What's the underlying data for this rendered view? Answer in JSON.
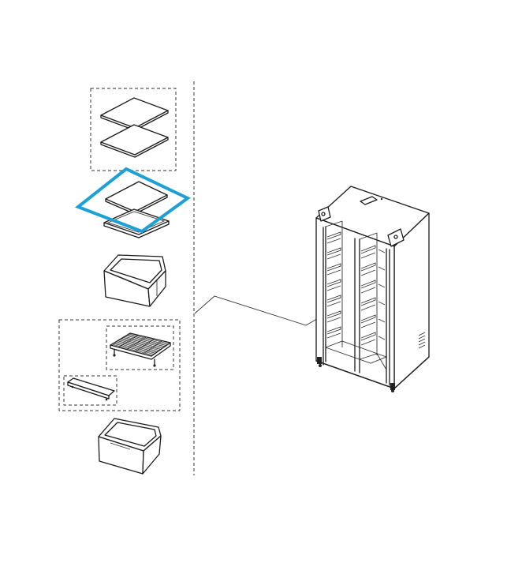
{
  "diagram": {
    "highlight_color": "#1ba1d6",
    "line_color": "#1a1a1a",
    "parts": [
      {
        "name": "shelf-glass-upper-pair",
        "highlighted": false
      },
      {
        "name": "shelf-glass-highlighted",
        "highlighted": true
      },
      {
        "name": "crisper-drawer-upper",
        "highlighted": false
      },
      {
        "name": "wire-rack",
        "highlighted": false
      },
      {
        "name": "drawer-trim-bar",
        "highlighted": false
      },
      {
        "name": "crisper-drawer-lower",
        "highlighted": false
      },
      {
        "name": "side-by-side-refrigerator",
        "highlighted": false
      }
    ]
  }
}
